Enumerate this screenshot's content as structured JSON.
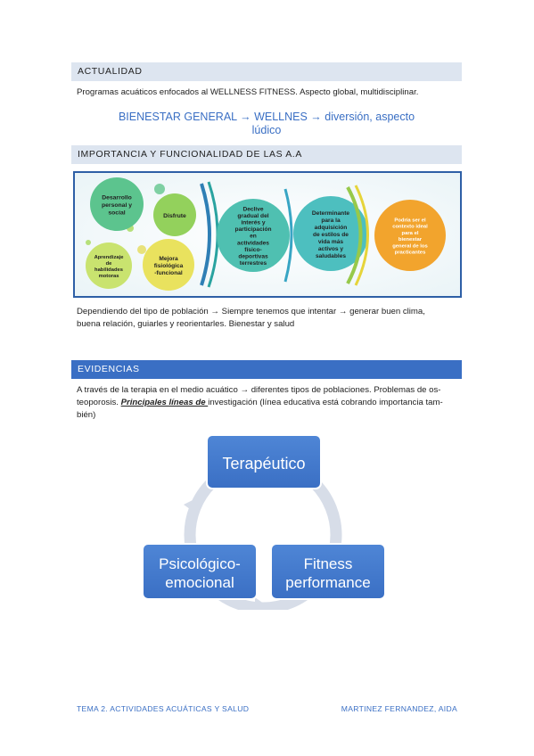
{
  "sections": {
    "actualidad": {
      "title": "ACTUALIDAD",
      "text": "Programas acuáticos enfocados al WELLNESS FITNESS. Aspecto global, multidisciplinar.",
      "highlight_line1": "BIENESTAR GENERAL → WELLNES → diversión, aspecto",
      "highlight_line2": "lúdico"
    },
    "importancia": {
      "title": "IMPORTANCIA Y FUNCIONALIDAD DE LAS A.A",
      "text_line1": "Dependiendo del tipo de población → Siempre tenemos que intentar → generar buen clima,",
      "text_line2": "buena relación, guiarles y reorientarles. Bienestar y salud"
    },
    "evidencias": {
      "title": "EVIDENCIAS",
      "text_line1": "A través de la terapia en el medio acuático → diferentes tipos de poblaciones. Problemas de os-",
      "text_line2_a": "teoporosis. ",
      "text_line2_bold": "Principales líneas de ",
      "text_line2_b": "investigación (línea educativa está cobrando importancia tam-",
      "text_line3": "bién)"
    }
  },
  "infographic": {
    "bubbles": {
      "desarrollo": [
        "Desarrollo",
        "personal y",
        "social"
      ],
      "disfrute": [
        "Disfrute"
      ],
      "aprendizaje": [
        "Aprendizaje",
        "de",
        "habilidades",
        "motoras"
      ],
      "mejora": [
        "Mejora",
        "fisiológica",
        "-funcional"
      ],
      "declive": [
        "Declive",
        "gradual del",
        "interés y",
        "participación",
        "en",
        "actividades",
        "físico-",
        "deportivas",
        "terrestres"
      ],
      "determinante": [
        "Determinante",
        "para la",
        "adquisición",
        "de estilos de",
        "vida más",
        "activos y",
        "saludables"
      ],
      "podria": [
        "Podría ser el",
        "contexto ideal",
        "para el",
        "bienestar",
        "general de los",
        "practicantes"
      ]
    }
  },
  "cycle": {
    "top": "Terapéutico",
    "right": [
      "Fitness",
      "performance"
    ],
    "left": [
      "Psicológico-",
      "emocional"
    ]
  },
  "footer": {
    "left": "TEMA 2. ACTIVIDADES ACUÁTICAS Y SALUD",
    "right": "MARTINEZ FERNANDEZ, AIDA"
  }
}
